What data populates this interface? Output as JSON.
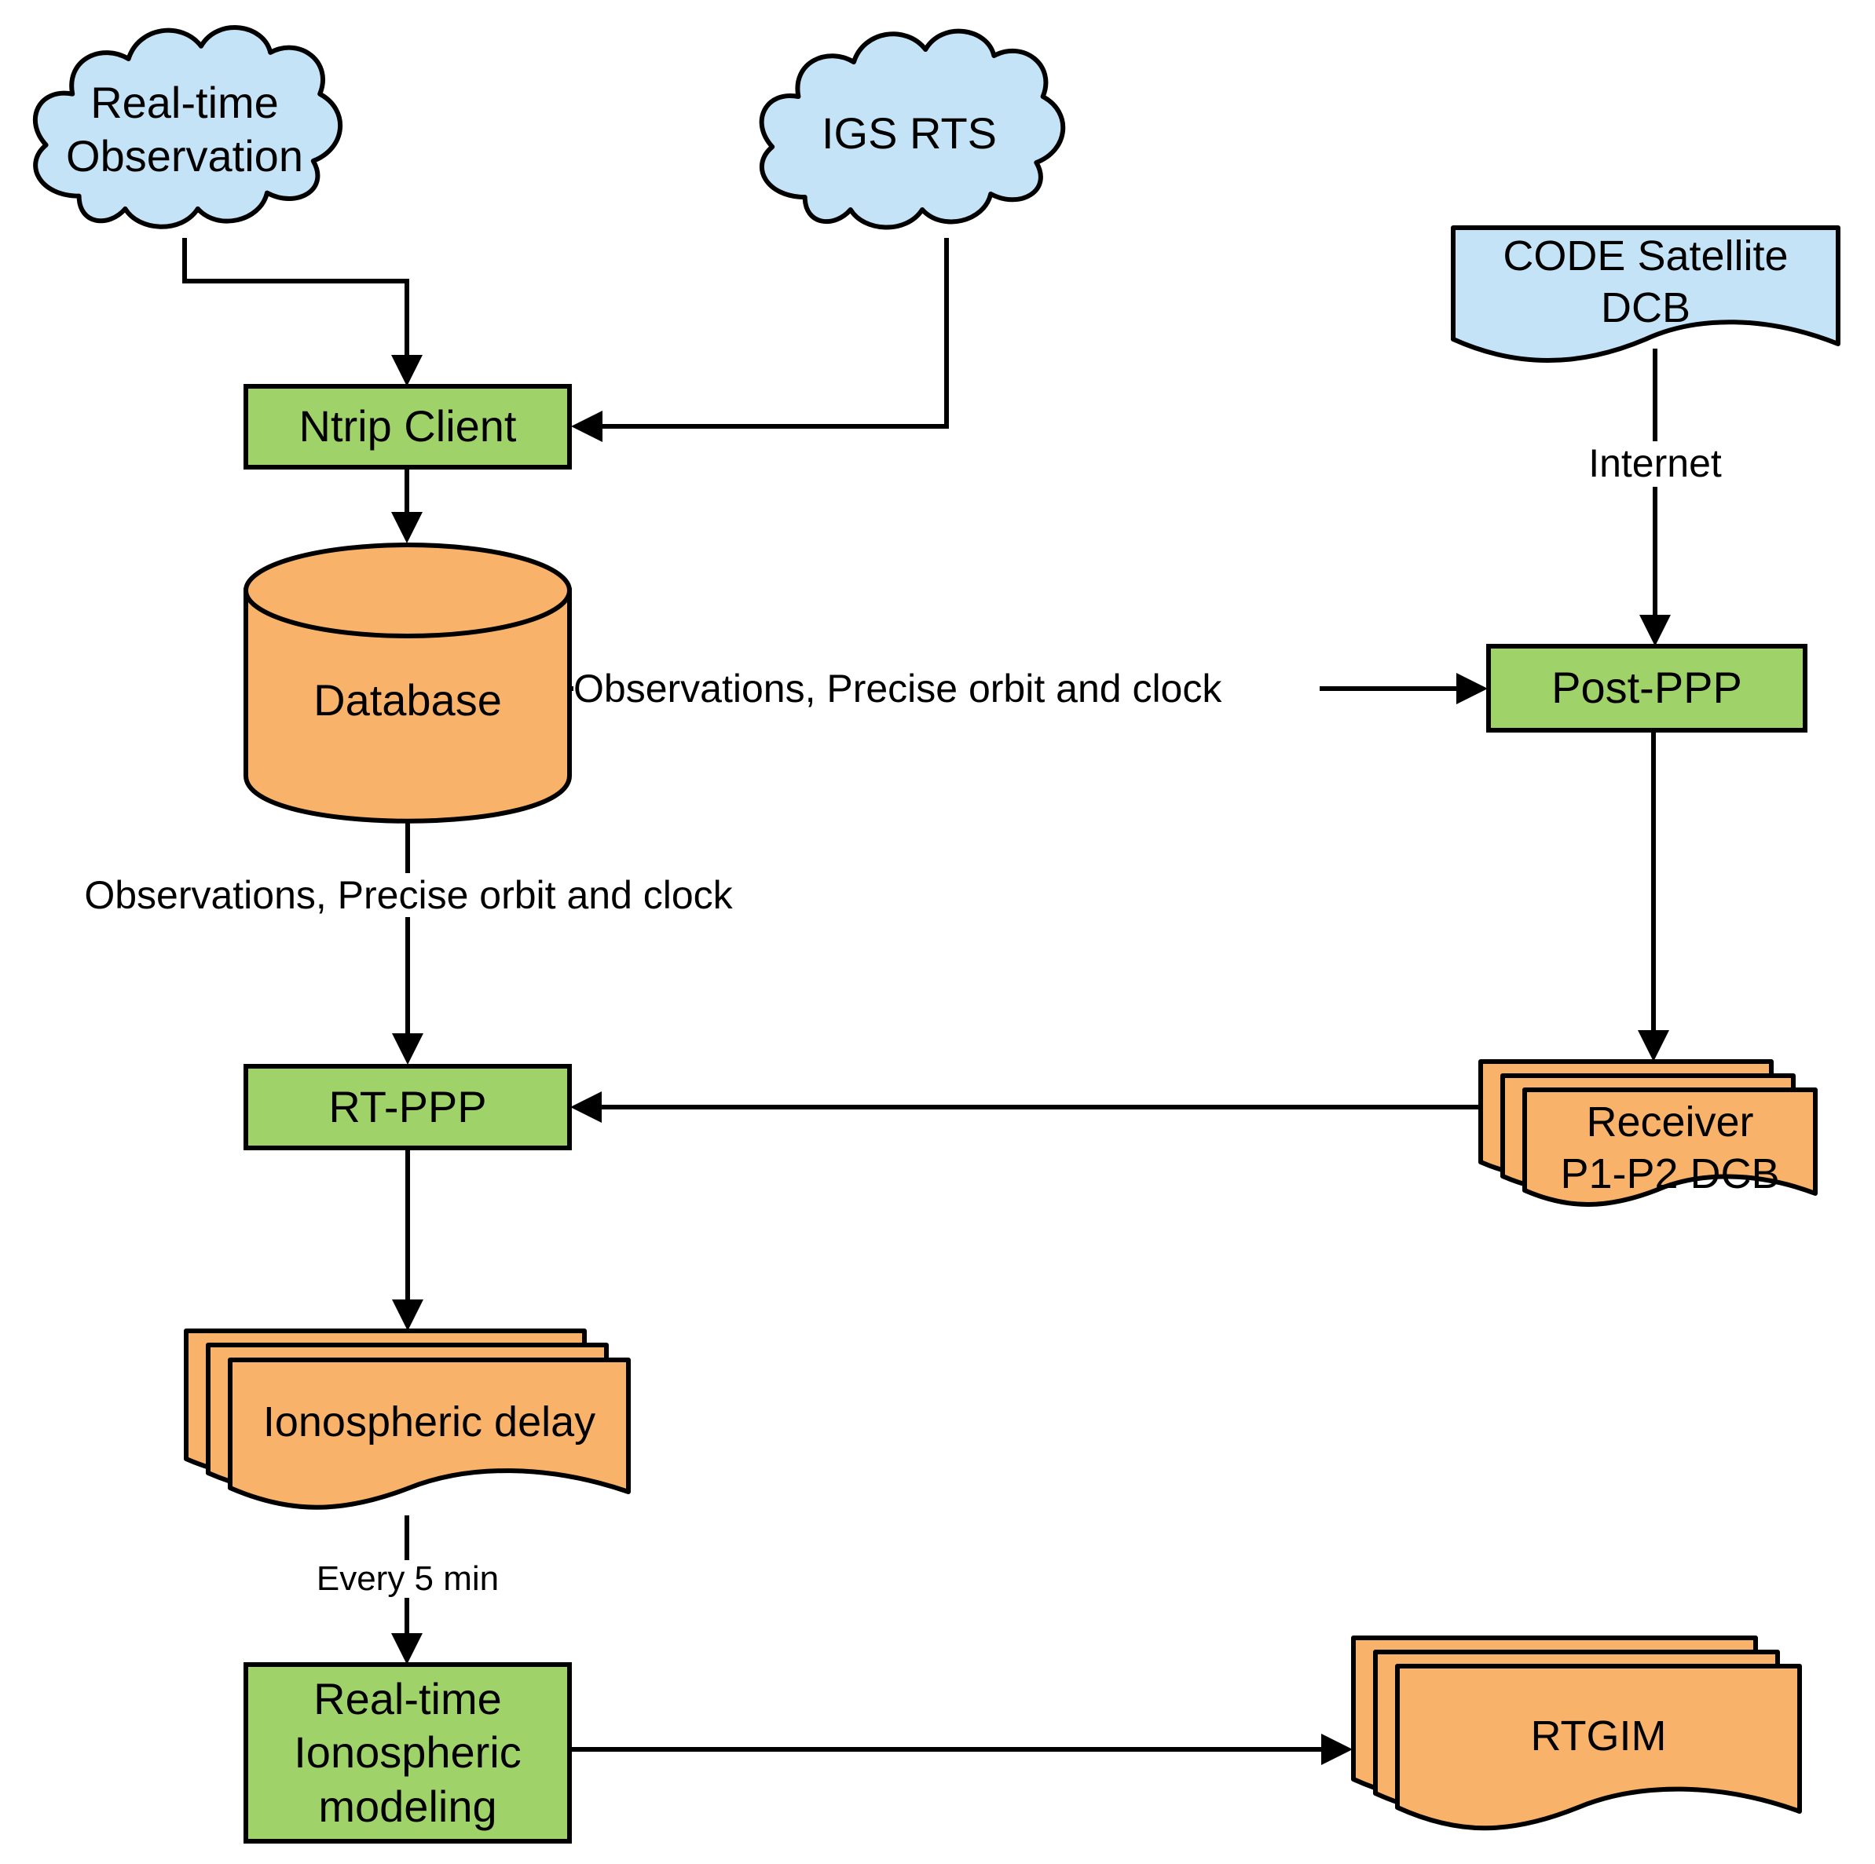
{
  "diagram": {
    "title": "Real-time ionospheric modeling flowchart",
    "nodes": {
      "realtime_observation": {
        "label": "Real-time\nObservation",
        "type": "cloud"
      },
      "igs_rts": {
        "label": "IGS RTS",
        "type": "cloud"
      },
      "code_satellite_dcb": {
        "label": "CODE Satellite\nDCB",
        "type": "document"
      },
      "ntrip_client": {
        "label": "Ntrip Client",
        "type": "process"
      },
      "database": {
        "label": "Database",
        "type": "cylinder"
      },
      "post_ppp": {
        "label": "Post-PPP",
        "type": "process"
      },
      "receiver_p1p2_dcb": {
        "label": "Receiver\nP1-P2 DCB",
        "type": "multi-document"
      },
      "rt_ppp": {
        "label": "RT-PPP",
        "type": "process"
      },
      "ionospheric_delay": {
        "label": "Ionospheric delay",
        "type": "multi-document"
      },
      "rt_iono_modeling": {
        "label": "Real-time\nIonospheric\nmodeling",
        "type": "process"
      },
      "rtgim": {
        "label": "RTGIM",
        "type": "multi-document"
      }
    },
    "edge_labels": {
      "internet": "Internet",
      "obs_db_to_postppp": "Observations, Precise orbit and clock",
      "obs_db_to_rtppp": "Observations, Precise orbit and clock",
      "every_5_min": "Every 5 min"
    },
    "colors": {
      "cloud_fill": "#C5E3F7",
      "process_fill": "#9FD36A",
      "data_fill": "#F9B269",
      "stroke": "#000000",
      "background": "#FFFFFF"
    }
  }
}
